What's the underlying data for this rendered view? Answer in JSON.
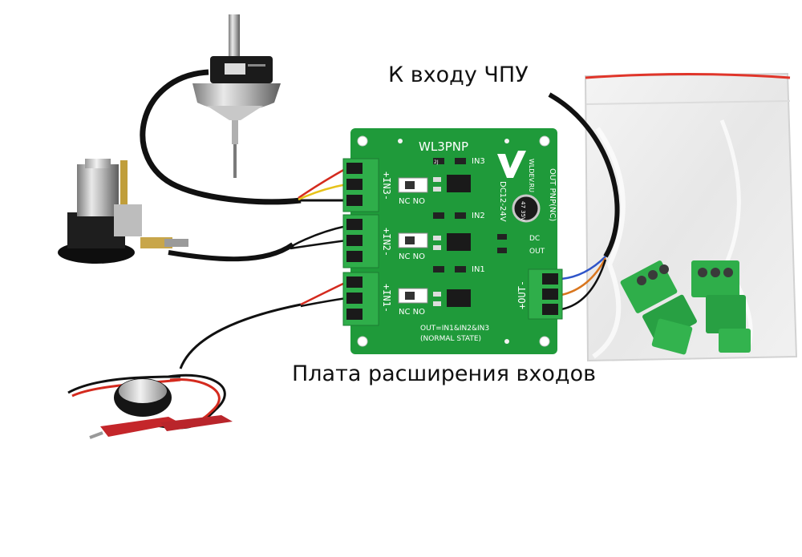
{
  "captions": {
    "cnc_input": "К входу ЧПУ",
    "board_name": "Плата расширения входов"
  },
  "board": {
    "title": "WL3PNP",
    "brand": "WLDEV.RU",
    "voltage": "DC12-24V",
    "output_type": "OUT PNP(NC)",
    "logic": "OUT=IN1&IN2&IN3",
    "logic_note": "(NORMAL STATE)",
    "inputs": [
      {
        "terminal": "+IN3-",
        "led": "IN3",
        "switch": "NC NO"
      },
      {
        "terminal": "+IN2-",
        "led": "IN2",
        "switch": "NC NO"
      },
      {
        "terminal": "+IN1-",
        "led": "IN1",
        "switch": "NC NO"
      }
    ],
    "status_leds": [
      "DC",
      "OUT"
    ],
    "output_terminal": "+OUT-",
    "capacitor": "47 35V",
    "resistor_code": "2J"
  },
  "colors": {
    "pcb": "#1f9a3a",
    "terminal": "#2fae4a",
    "wire": "#111111",
    "wire_red": "#d42a1e",
    "wire_yellow": "#e6c21a",
    "wire_blue": "#2f55c9",
    "wire_orange": "#d9761e",
    "bag_seal": "#e0352a"
  },
  "icons": {
    "tool_setter": "tool-setter-icon",
    "probe": "touch-probe-icon",
    "sensor": "tool-length-sensor-icon",
    "bag": "connector-bag-icon"
  }
}
